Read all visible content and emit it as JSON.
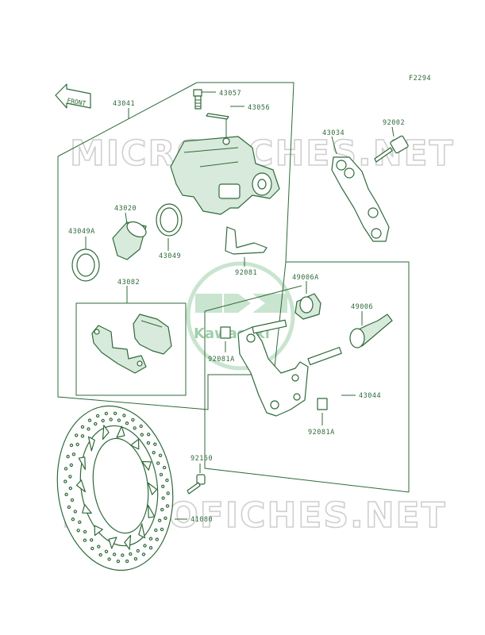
{
  "figure_code": "F2294",
  "front_label": "FRONT",
  "watermark_text": "MICROFICHES.NET",
  "brand_logo_text": "Kawasaki",
  "colors": {
    "line": "#2f6a3a",
    "watermark": "#cfcfcf",
    "logo": "#7fc08e"
  },
  "parts": [
    {
      "id": "p43057",
      "number": "43057"
    },
    {
      "id": "p43056",
      "number": "43056"
    },
    {
      "id": "p43041",
      "number": "43041"
    },
    {
      "id": "p43034",
      "number": "43034"
    },
    {
      "id": "p92002",
      "number": "92002"
    },
    {
      "id": "p43020",
      "number": "43020"
    },
    {
      "id": "p43049A",
      "number": "43049A"
    },
    {
      "id": "p43049",
      "number": "43049"
    },
    {
      "id": "p92081",
      "number": "92081"
    },
    {
      "id": "p49006A",
      "number": "49006A"
    },
    {
      "id": "p43082",
      "number": "43082"
    },
    {
      "id": "p49006",
      "number": "49006"
    },
    {
      "id": "p92081A_1",
      "number": "92081A"
    },
    {
      "id": "p43044",
      "number": "43044"
    },
    {
      "id": "p92081A_2",
      "number": "92081A"
    },
    {
      "id": "p92150",
      "number": "92150"
    },
    {
      "id": "p41080",
      "number": "41080"
    }
  ]
}
